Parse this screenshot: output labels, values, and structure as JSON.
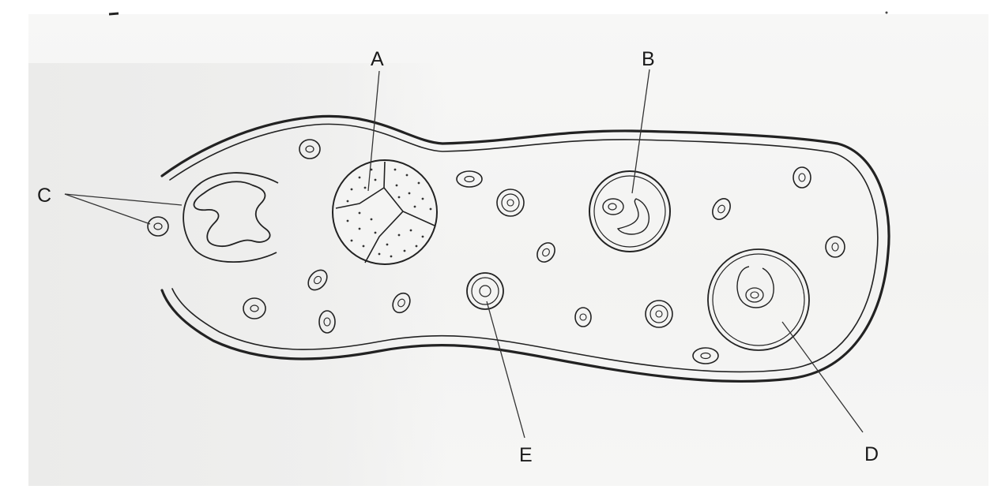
{
  "diagram": {
    "labels": {
      "a": "A",
      "b": "B",
      "c": "C",
      "d": "D",
      "e": "E"
    },
    "colors": {
      "ink": "#222222",
      "paper": "#f4f4f3",
      "shade": "#ebebea"
    }
  }
}
